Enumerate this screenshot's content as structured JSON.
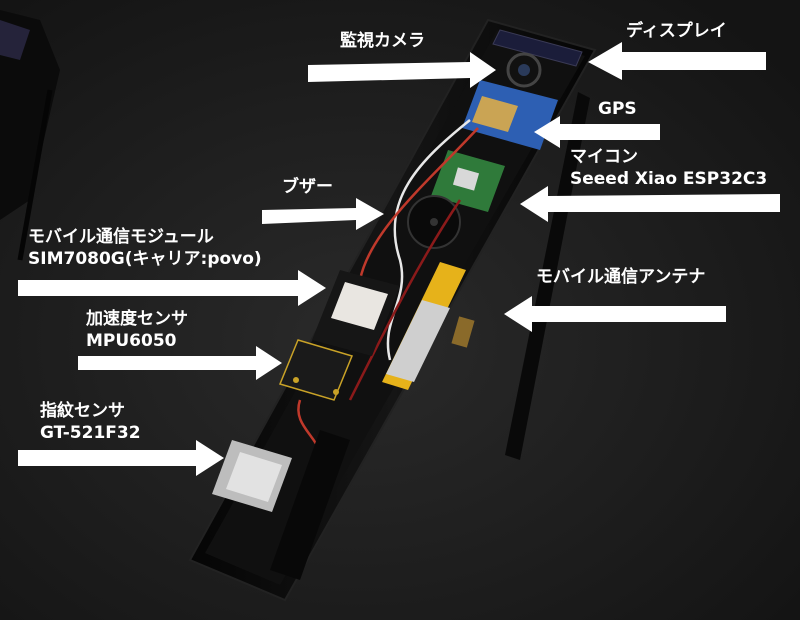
{
  "labels": {
    "camera": "監視カメラ",
    "display": "ディスプレイ",
    "gps": "GPS",
    "mcu_line1": "マイコン",
    "mcu_line2": "Seeed Xiao ESP32C3",
    "buzzer": "ブザー",
    "modem_line1": "モバイル通信モジュール",
    "modem_line2": "SIM7080G(キャリア:povo)",
    "antenna": "モバイル通信アンテナ",
    "accel_line1": "加速度センサ",
    "accel_line2": "MPU6050",
    "finger_line1": "指紋センサ",
    "finger_line2": "GT-521F32"
  },
  "colors": {
    "background": "#1b1b1b",
    "text": "#ffffff",
    "arrow": "#ffffff",
    "pcb_green": "#2f7a3a",
    "pcb_blue": "#2d5fb3",
    "battery_yellow": "#e6b21a",
    "case_black": "#0c0c0c"
  }
}
